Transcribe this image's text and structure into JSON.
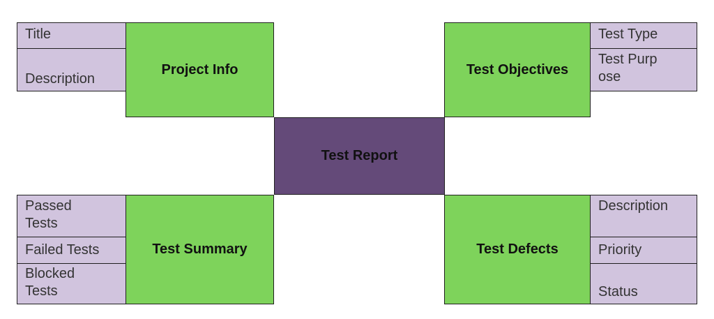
{
  "diagram": {
    "center": {
      "label": "Test Report"
    },
    "nodes": {
      "project_info": {
        "label": "Project Info",
        "items": [
          "Title",
          "Description"
        ]
      },
      "test_objectives": {
        "label": "Test Objectives",
        "items": [
          "Test Type",
          "Test Purpose"
        ]
      },
      "test_summary": {
        "label": "Test Summary",
        "items": [
          "Passed Tests",
          "Failed Tests",
          "Blocked Tests"
        ]
      },
      "test_defects": {
        "label": "Test Defects",
        "items": [
          "Description",
          "Priority",
          "Status"
        ]
      }
    }
  },
  "colors": {
    "main_node": "#7ed35b",
    "center_node": "#644a79",
    "sub_item": "#d1c4de",
    "border": "#1f1f1f"
  }
}
